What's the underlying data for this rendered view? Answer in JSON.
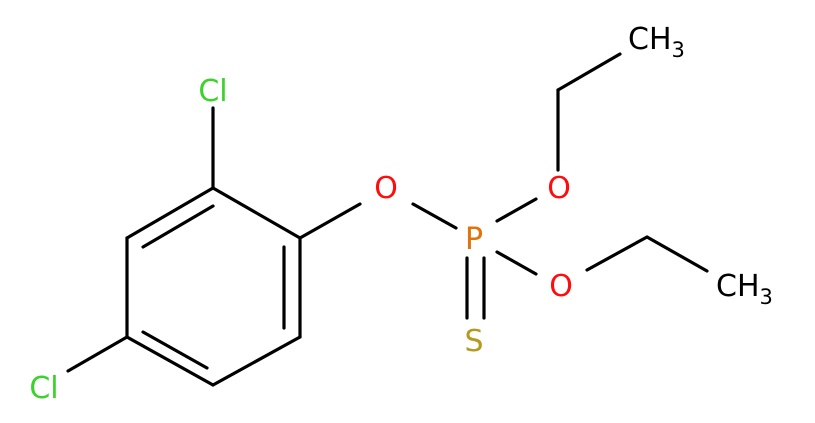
{
  "molecule": {
    "atoms": {
      "cl_top": {
        "symbol": "Cl"
      },
      "cl_left": {
        "symbol": "Cl"
      },
      "o_aryl": {
        "symbol": "O"
      },
      "p_center": {
        "symbol": "P"
      },
      "s_thiono": {
        "symbol": "S"
      },
      "o_ethoxy_upper": {
        "symbol": "O"
      },
      "o_ethoxy_lower": {
        "symbol": "O"
      },
      "ch3_upper": {
        "main": "CH",
        "sub": "3"
      },
      "ch3_lower": {
        "main": "CH",
        "sub": "3"
      }
    },
    "colors": {
      "chlorine": "#3cd22c",
      "oxygen": "#ff0d0d",
      "phosphorus": "#e0730a",
      "sulfur": "#b59a22",
      "carbon": "#000000",
      "bond": "#000000"
    }
  }
}
